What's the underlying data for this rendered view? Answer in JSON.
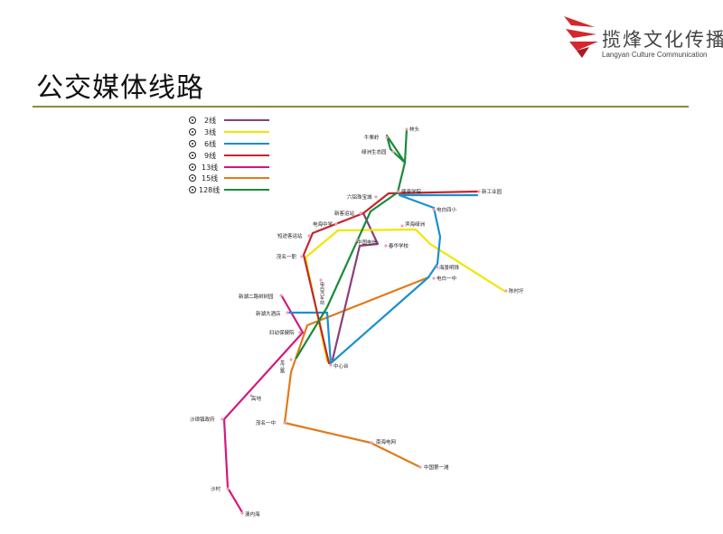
{
  "header": {
    "title": "公交媒体线路",
    "logo_cn": "揽烽文化传播",
    "logo_en": "Langyan Culture Communication"
  },
  "colors": {
    "rule": "#8c8a3c",
    "logo_red": "#d7262c"
  },
  "legend": [
    {
      "label": "2线",
      "color": "#8b3f78"
    },
    {
      "label": "3线",
      "color": "#f2e500"
    },
    {
      "label": "6线",
      "color": "#1a8fd0"
    },
    {
      "label": "9线",
      "color": "#c4262e"
    },
    {
      "label": "13线",
      "color": "#d4177f"
    },
    {
      "label": "15线",
      "color": "#e07a1c"
    },
    {
      "label": "128线",
      "color": "#1b8a3c"
    }
  ],
  "stations": {
    "linshou": "林头",
    "niuqiling": "牛栗岭",
    "lvzhou": "绿洲生态园",
    "liuzhao": "六铝珠宝城",
    "jiankang": "健康学院",
    "xingong": "新工业园",
    "xinkeyun": "新客运站",
    "dianbaisi": "电白四小",
    "dianhaizhong": "电海中学",
    "binhai": "滨海绿洲",
    "duantu": "短途客运站",
    "zhongguodianxin": "中国电信",
    "chunhua": "春华学校",
    "maoming1": "茂名一职",
    "haijing": "海景明珠",
    "dianbai1": "电白一中",
    "chencun": "陈村圩",
    "dianbaiqiche": "电白汽车站",
    "xinhu2": "新湖二路树树园",
    "xinhudajiudian": "新湖大酒店",
    "fuyou": "妇幼保健院",
    "lujiang": "龙江路",
    "zhongxin": "中心台",
    "gaodi": "高地",
    "shazhen": "沙琅镇政府",
    "maoming_yizhong": "茂名一中",
    "nanhai": "南海电网",
    "zhongguo1": "中国第一滩",
    "shacun": "沙村",
    "nanlihai": "澳内海"
  }
}
